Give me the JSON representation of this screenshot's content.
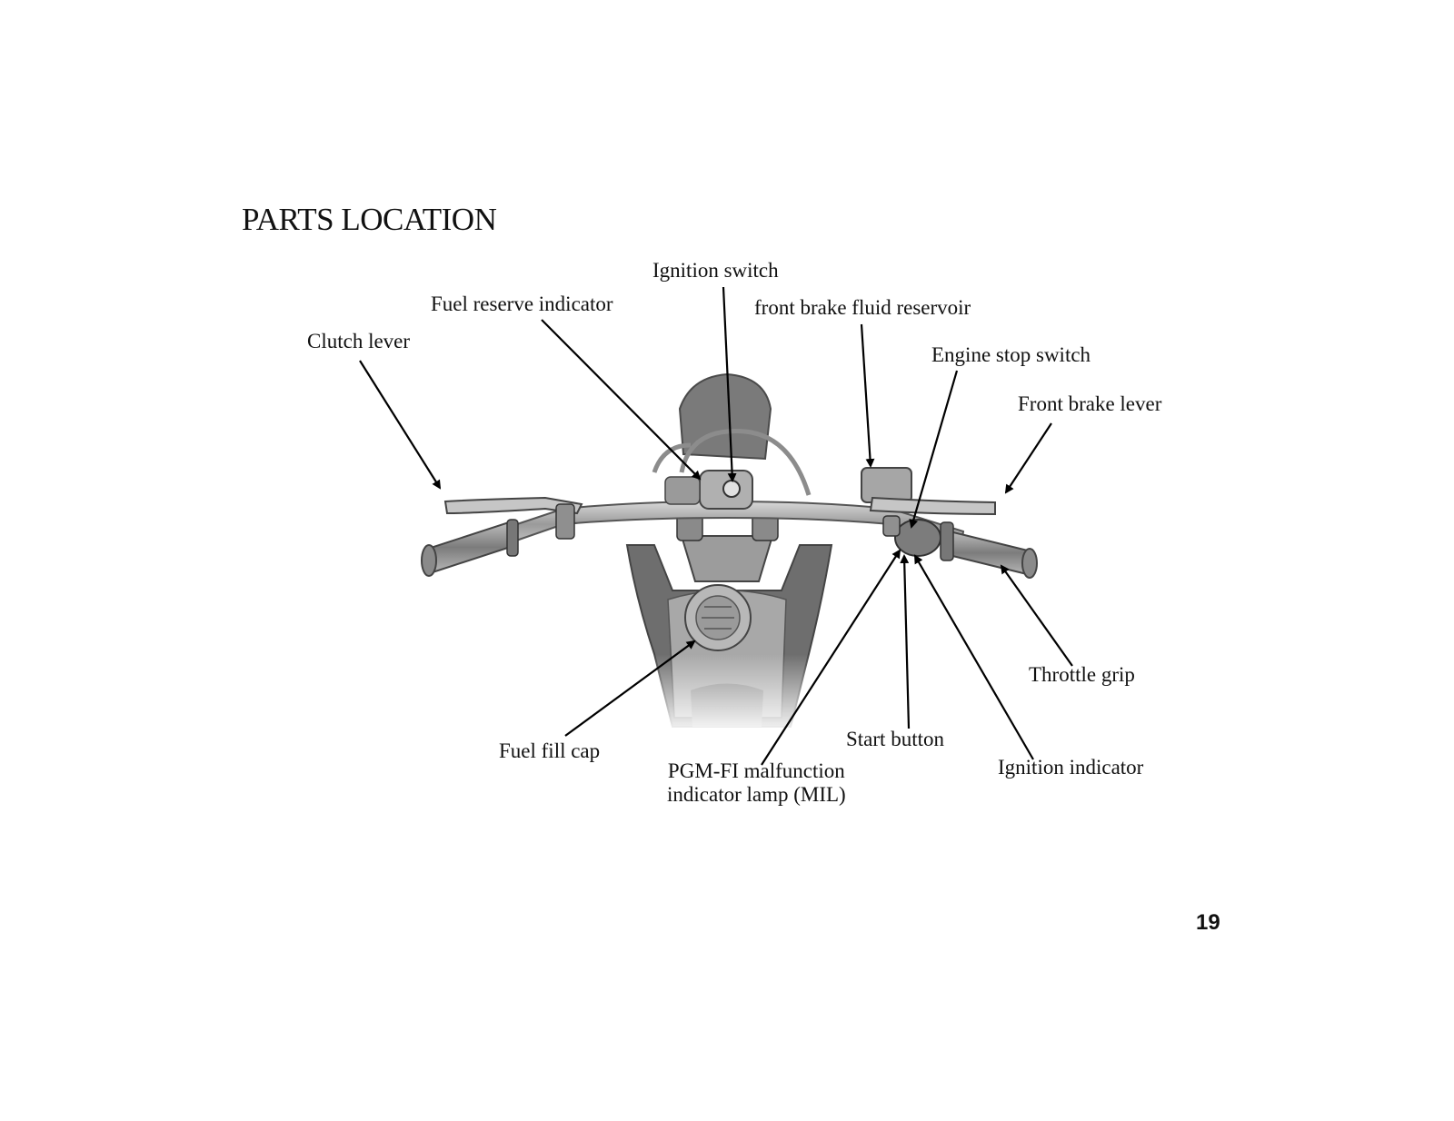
{
  "page": {
    "title": "PARTS LOCATION",
    "page_number": "19"
  },
  "labels": {
    "ignition_switch": "Ignition switch",
    "fuel_reserve_indicator": "Fuel reserve indicator",
    "front_brake_fluid_reservoir": "front brake fluid reservoir",
    "clutch_lever": "Clutch lever",
    "engine_stop_switch": "Engine stop switch",
    "front_brake_lever": "Front brake lever",
    "throttle_grip": "Throttle grip",
    "fuel_fill_cap": "Fuel fill cap",
    "start_button": "Start button",
    "pgm_fi_line1": "PGM-FI malfunction",
    "pgm_fi_line2": "indicator lamp (MIL)",
    "ignition_indicator": "Ignition indicator"
  }
}
